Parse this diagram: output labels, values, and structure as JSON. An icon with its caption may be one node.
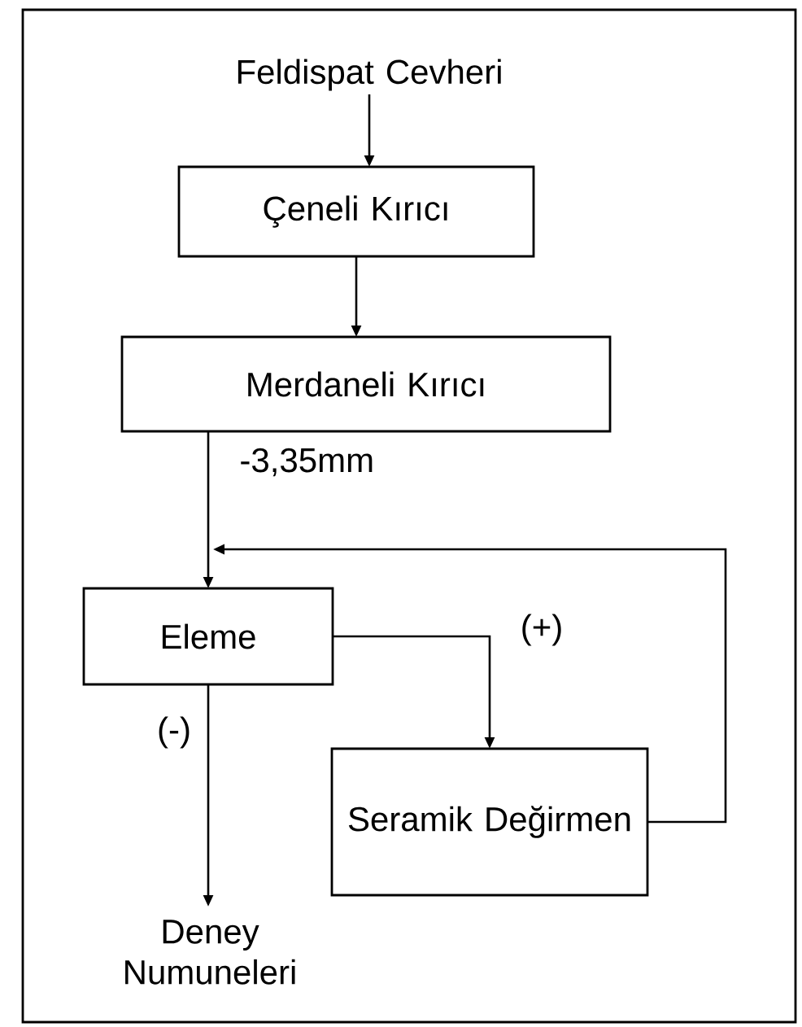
{
  "diagram": {
    "nodes": [
      {
        "text": [
          "Feldispat Cevheri"
        ]
      },
      {
        "text": [
          "Çeneli Kırıcı"
        ]
      },
      {
        "text": [
          "Merdaneli Kırıcı"
        ]
      },
      {
        "text": [
          "Eleme"
        ]
      },
      {
        "text": [
          "Seramik Değirmen"
        ]
      },
      {
        "text": [
          "Deney Numuneleri"
        ]
      }
    ],
    "edges": [
      {
        "from": 0,
        "to": 1,
        "arrow": "to"
      },
      {
        "from": 1,
        "to": 2,
        "arrow": "to"
      },
      {
        "from": 2,
        "to": 3,
        "arrow": "to",
        "label": "-3,35mm"
      },
      {
        "from": 3,
        "to": 4,
        "arrow": "to",
        "label": "(+)"
      },
      {
        "from": 4,
        "to": 3,
        "arrow": "to"
      },
      {
        "from": 3,
        "to": 5,
        "arrow": "to",
        "label": "(-)"
      }
    ]
  }
}
